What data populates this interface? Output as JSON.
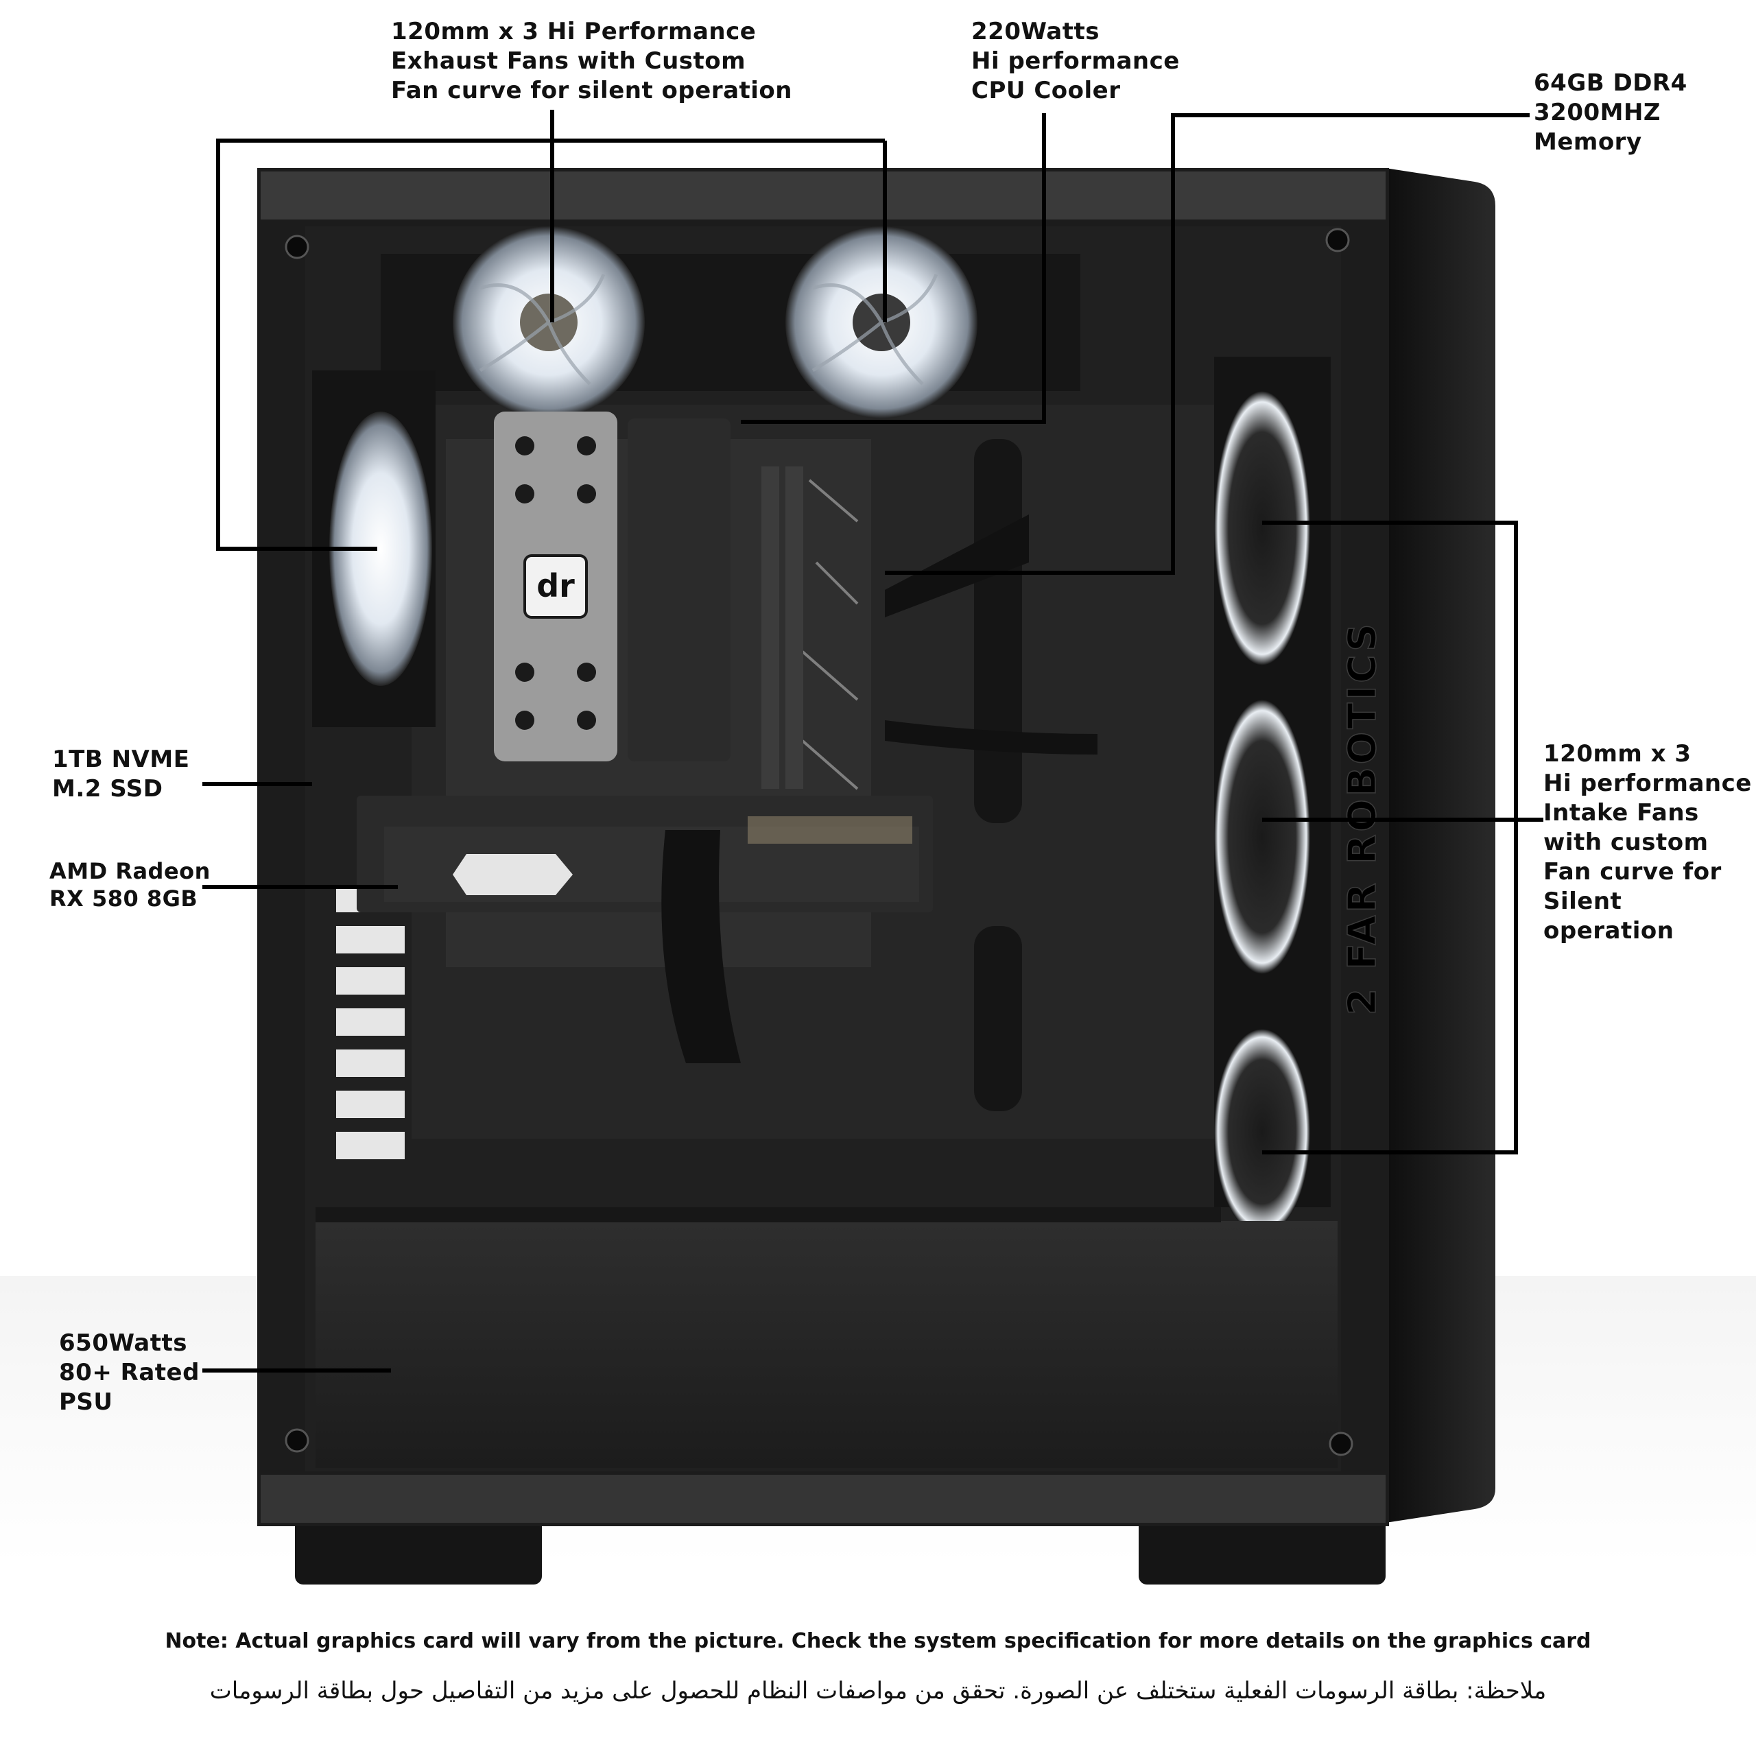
{
  "labels": {
    "exhaust_fans": "120mm x 3 Hi Performance\nExhaust Fans with Custom\nFan curve for silent operation",
    "cpu_cooler": "220Watts\nHi performance\nCPU Cooler",
    "memory": "64GB DDR4\n3200MHZ\nMemory",
    "ssd": "1TB NVME\nM.2 SSD",
    "gpu": "AMD Radeon\nRX 580 8GB",
    "intake_fans": "120mm x 3\nHi performance\nIntake Fans\nwith custom\nFan curve for\nSilent operation",
    "psu": "650Watts\n80+ Rated\nPSU"
  },
  "case_branding": "2 FAR ROBOTICS",
  "cooler_logo": "dr",
  "note_en": "Note: Actual graphics card will vary from the picture. Check the system specification for more details on the graphics card",
  "note_ar": "ملاحظة: بطاقة الرسومات الفعلية ستختلف عن الصورة. تحقق من مواصفات النظام للحصول على مزيد من التفاصيل حول بطاقة الرسومات",
  "colors": {
    "case_body": "#1a1a1a",
    "case_interior": "#232323",
    "fan_glow": "#e8eef5",
    "callout_line": "#000000"
  }
}
